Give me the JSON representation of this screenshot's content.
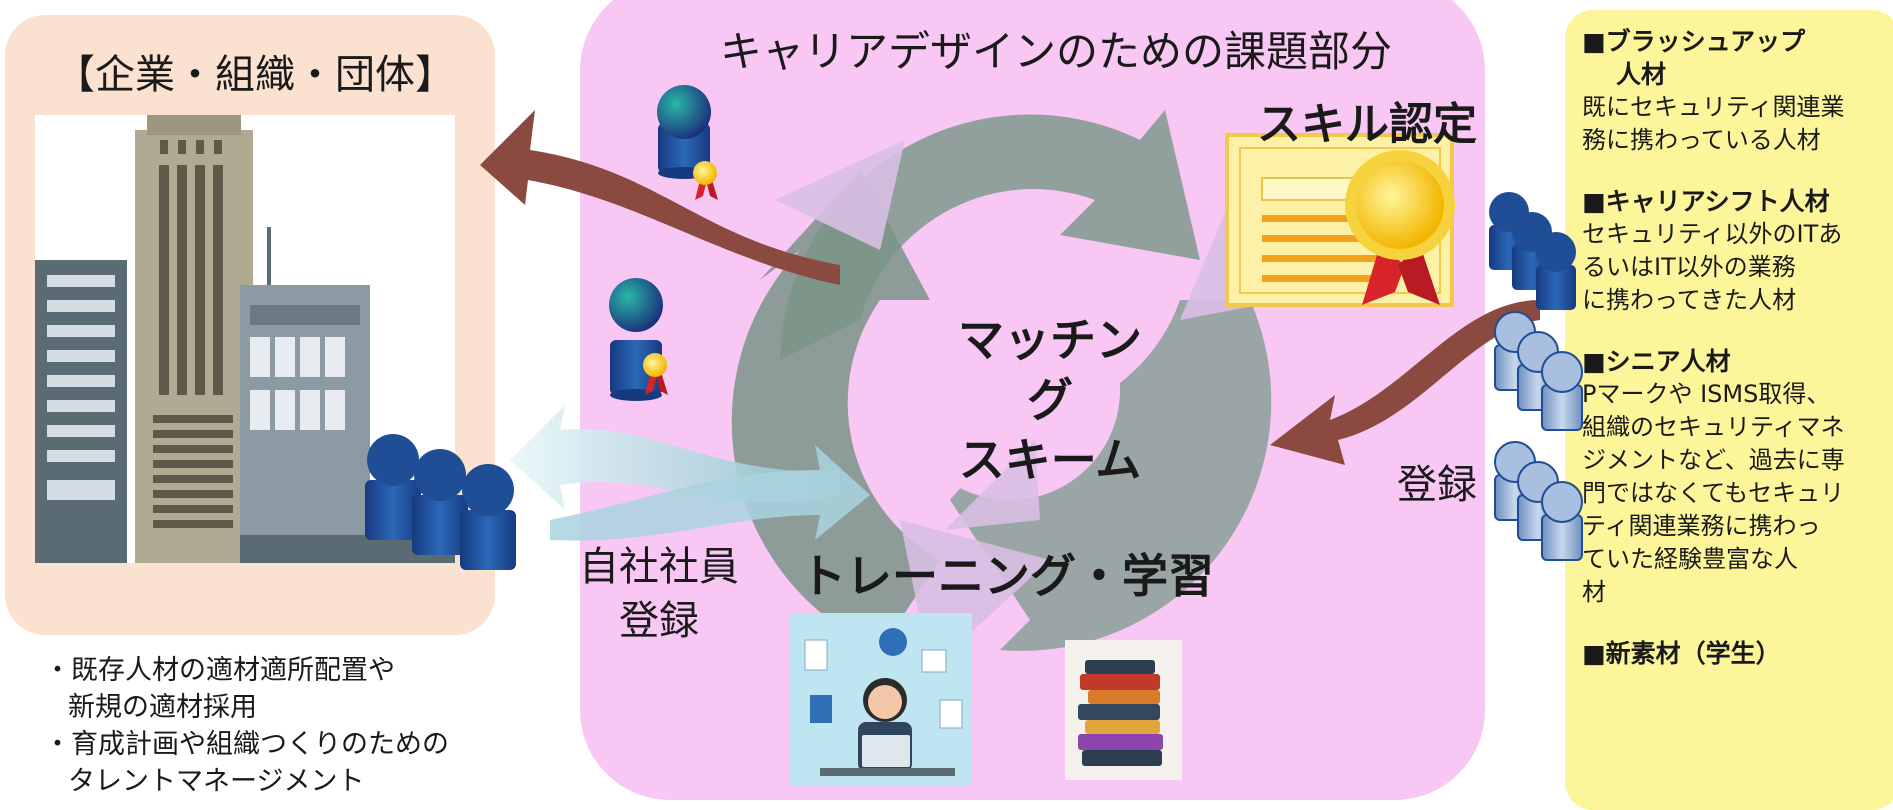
{
  "organization": {
    "title": "【企業・組織・団体】",
    "notes": [
      "・既存人材の適材適所配置や",
      "新規の適材採用",
      "・育成計画や組織つくりのための",
      "タレントマネージメント"
    ]
  },
  "center": {
    "title": "キャリアデザインのための課題部分",
    "skill_certification": "スキル認定",
    "matching_line1": "マッチング",
    "matching_line2": "スキーム",
    "training": "トレーニング・学習",
    "register_own_line1": "自社社員",
    "register_own_line2": "登録",
    "register": "登録"
  },
  "hr_types": [
    {
      "heading": "■ブラッシュアップ",
      "heading_line2": "人材",
      "body": [
        "既にセキュリティ関連業",
        "務に携わっている人材"
      ]
    },
    {
      "heading": "■キャリアシフト人材",
      "heading_line2": "",
      "body": [
        "セキュリティ以外のITあ",
        "るいはIT以外の業務",
        "に携わってきた人材"
      ]
    },
    {
      "heading": "■シニア人材",
      "heading_line2": "",
      "body": [
        "Pマークや ISMS取得、",
        "組織のセキュリティマネ",
        "ジメントなど、過去に専",
        "門ではなくてもセキュリ",
        "ティ関連業務に携わっ",
        "ていた経験豊富な人",
        "材"
      ]
    },
    {
      "heading": "■新素材（学生）",
      "heading_line2": "",
      "body": []
    }
  ],
  "colors": {
    "org_panel": "#fbe1cf",
    "center_panel": "#f9c7f4",
    "hr_panel": "#fdf59a",
    "cycle_arrow": "#7f998d",
    "flow_arrow_brown": "#8b4a40",
    "flow_arrow_light": "#b9dfe6",
    "person_blue": "#1f4e96"
  },
  "icons": [
    "building-icon",
    "person-icon",
    "certificate-icon",
    "cycle-arrow-icon",
    "laptop-worker-icon",
    "books-icon"
  ]
}
